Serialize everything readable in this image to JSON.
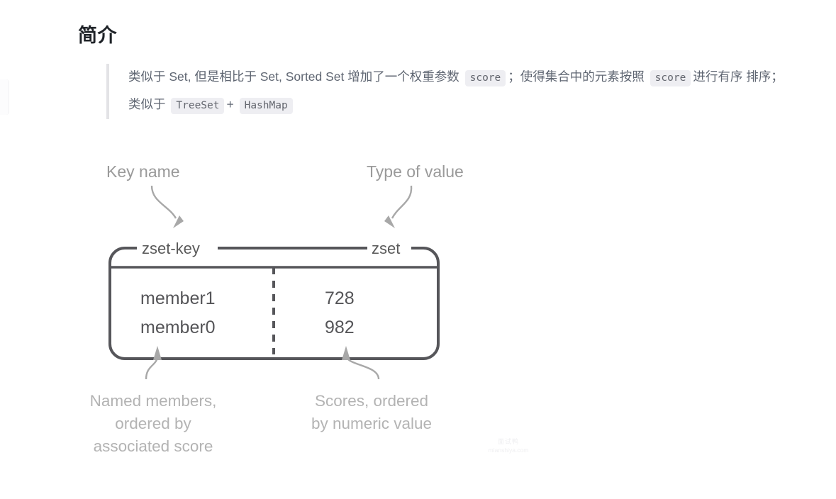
{
  "page": {
    "title": "简介",
    "background_color": "#ffffff"
  },
  "note": {
    "segments_line1_a": "类似于 Set, 但是相比于 Set, Sorted Set 增加了一个权重参数",
    "code_score_1": "score",
    "segments_line1_b": "；使得集合中的元素按照",
    "code_score_2": "score",
    "segments_line1_c": "进行有序",
    "segments_line2_a": "排序；类似于",
    "code_treeset": "TreeSet",
    "plus": "+",
    "code_hashmap": "HashMap",
    "border_color": "#e3e3e6",
    "text_color": "#5f6672",
    "chip_background": "#eeeef2"
  },
  "diagram": {
    "top_labels": {
      "key_name": "Key name",
      "type_of_value": "Type of value"
    },
    "box": {
      "key_label": "zset-key",
      "type_label": "zset",
      "border_color": "#56565a",
      "rows": [
        {
          "member": "member1",
          "score": "728"
        },
        {
          "member": "member0",
          "score": "982"
        }
      ]
    },
    "bottom_captions": {
      "left": [
        "Named members,",
        "ordered by",
        "associated score"
      ],
      "right": [
        "Scores, ordered",
        "by numeric value"
      ]
    },
    "annotation_color": "#a8a8a8"
  },
  "watermark": {
    "cn": "面试鸭",
    "url": "mianshiya.com"
  }
}
